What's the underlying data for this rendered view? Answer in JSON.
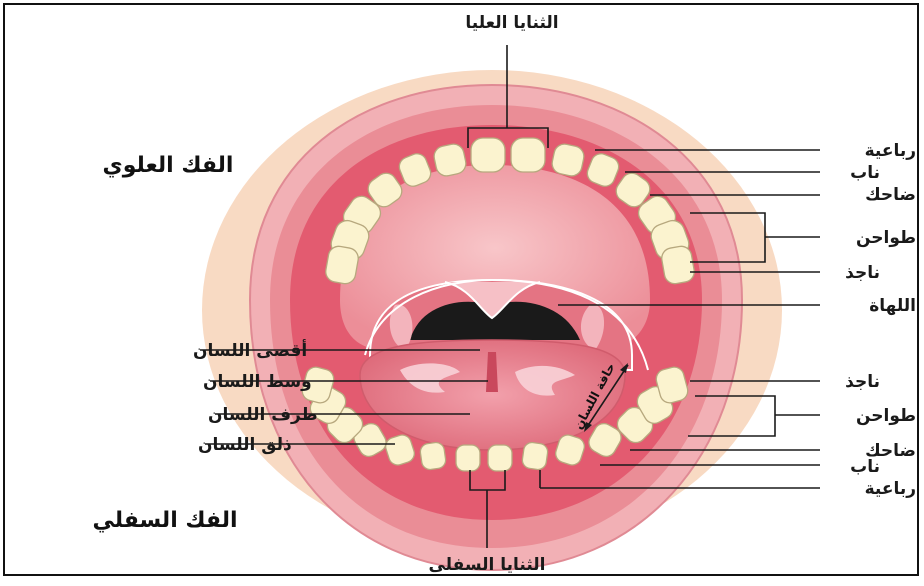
{
  "labels": {
    "upper_central_incisors": "الثنايا العليا",
    "upper_jaw": "الفك العلوي",
    "lower_jaw": "الفك السفلي",
    "lower_central_incisors": "الثنايا السفلى",
    "right_upper": {
      "lateral_incisor": "رباعية",
      "canine": "ناب",
      "premolar": "ضاحك",
      "molars": "طواحن",
      "wisdom_tooth": "ناجذ"
    },
    "uvula": "اللهاة",
    "right_lower": {
      "wisdom_tooth": "ناجذ",
      "molars": "طواحن",
      "premolar": "ضاحك",
      "canine": "ناب",
      "lateral_incisor": "رباعية"
    },
    "tongue": {
      "back": "أقصى اللسان",
      "middle": "وسط اللسان",
      "tip": "طرف اللسان",
      "frenulum": "ذلق اللسان",
      "edge": "حافة اللسان"
    }
  },
  "colors": {
    "background": "#ffffff",
    "outer_glow": "#f7d3b8",
    "lips": "#f0a8ad",
    "lip_inner": "#e88890",
    "gum": "#e05a6e",
    "palate": "#f2a6ad",
    "throat": "#1a1a1a",
    "tongue": "#e77d8a",
    "tooth": "#fbf3cf",
    "tooth_outline": "#b7a87e",
    "line": "#1a1a1a"
  }
}
